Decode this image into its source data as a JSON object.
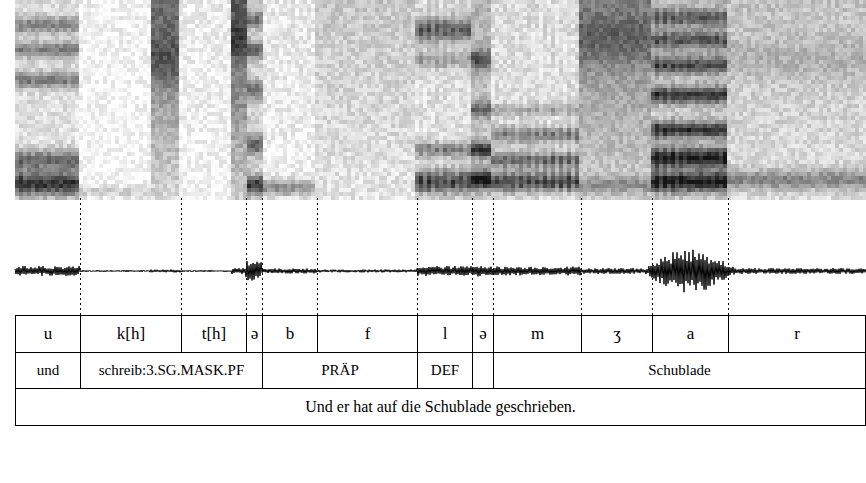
{
  "diagram": {
    "labels": [
      "u",
      "k[h]",
      "t[h]",
      "ə",
      "b",
      "f",
      "l",
      "ə",
      "m",
      "ʒ",
      "a",
      "r",
      "und",
      "schreib:3.SG.MASK.PF",
      "PRÄP",
      "DEF",
      "Schublade",
      "Und er hat auf die Schublade geschrieben."
    ]
  }
}
